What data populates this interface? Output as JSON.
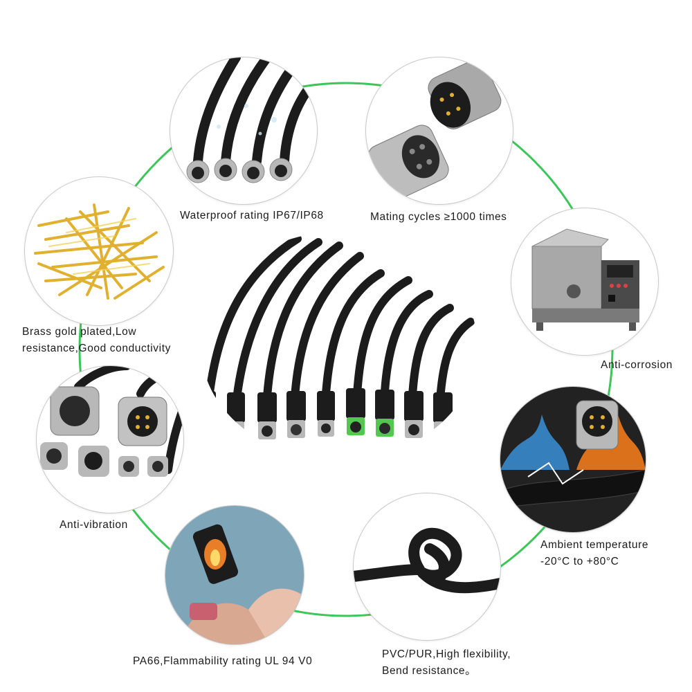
{
  "features": [
    {
      "id": "waterproof",
      "text": "Waterproof rating IP67/IP68",
      "icon": "m12-connectors-waterproof-photo"
    },
    {
      "id": "mating",
      "text": "Mating cycles ≥1000 times",
      "icon": "male-female-connector-photo"
    },
    {
      "id": "corrosion",
      "text": "Anti-corrosion",
      "icon": "salt-spray-chamber-photo"
    },
    {
      "id": "temperature",
      "line1": "Ambient temperature",
      "line2": "-20°C to +80°C",
      "icon": "fire-ice-connector-photo"
    },
    {
      "id": "flexibility",
      "line1": "PVC/PUR,High flexibility,",
      "line2": "Bend resistance。",
      "icon": "knotted-cable-photo"
    },
    {
      "id": "flammability",
      "text": "PA66,Flammability rating UL 94 V0",
      "icon": "flame-test-photo"
    },
    {
      "id": "vibration",
      "text": "Anti-vibration",
      "icon": "assorted-connectors-photo"
    },
    {
      "id": "brass",
      "line1": "Brass gold plated,Low",
      "line2": "resistance,Good conductivity",
      "icon": "gold-pins-photo"
    }
  ],
  "colors": {
    "ring": "#3cc65a",
    "border": "#c9c9c9",
    "text": "#1a1a1a",
    "cable": "#1c1c1c",
    "metal": "#b8b8b8",
    "green_connector": "#52c84e",
    "gold": "#e0b030"
  },
  "center_icon": "m12-cable-assembly-lineup-photo"
}
